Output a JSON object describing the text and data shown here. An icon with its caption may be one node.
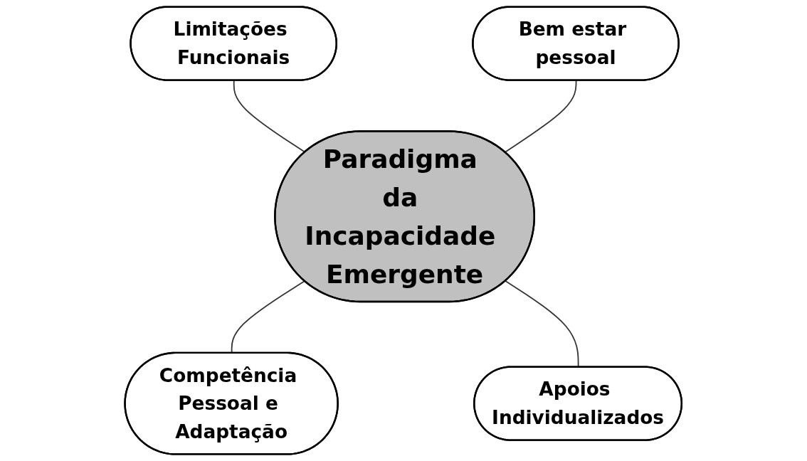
{
  "diagram": {
    "nodes": [
      {
        "text": [
          "Limitações Funcionais"
        ]
      },
      {
        "text": [
          "Bem estar pessoal"
        ]
      },
      {
        "text": [
          "Paradigma da Incapacidade Emergente"
        ]
      },
      {
        "text": [
          "Competência Pessoal e Adaptação"
        ]
      },
      {
        "text": [
          "Apoios Individualizados"
        ]
      }
    ],
    "edges": [
      {
        "from": 0,
        "to": 2,
        "arrow": "none"
      },
      {
        "from": 1,
        "to": 2,
        "arrow": "none"
      },
      {
        "from": 2,
        "to": 3,
        "arrow": "none"
      },
      {
        "from": 2,
        "to": 4,
        "arrow": "none"
      }
    ]
  }
}
